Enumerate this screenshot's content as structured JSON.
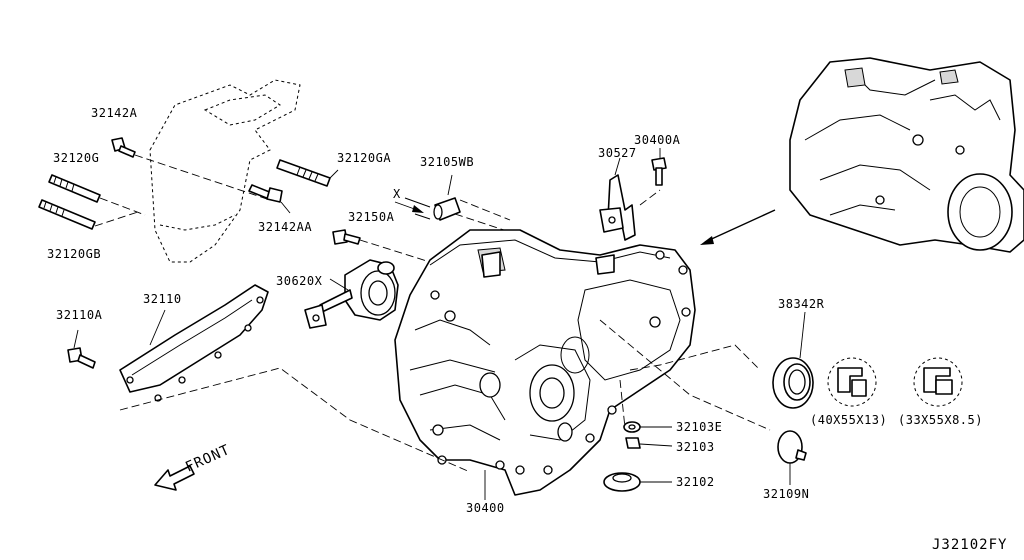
{
  "diagram_id": "J32102FY",
  "direction_label": "FRONT",
  "axis_marker": "X",
  "parts": {
    "p32142A": "32142A",
    "p32120G": "32120G",
    "p32120GA": "32120GA",
    "p32120GB": "32120GB",
    "p32142AA": "32142AA",
    "p32150A": "32150A",
    "p32105WB": "32105WB",
    "p30527": "30527",
    "p30400A": "30400A",
    "p30620X": "30620X",
    "p32110": "32110",
    "p32110A": "32110A",
    "p38342R": "38342R",
    "p32103E": "32103E",
    "p32103": "32103",
    "p32102": "32102",
    "p30400": "30400",
    "p32109N": "32109N"
  },
  "seal_dimensions": {
    "left": "(40X55X13)",
    "right": "(33X55X8.5)"
  }
}
